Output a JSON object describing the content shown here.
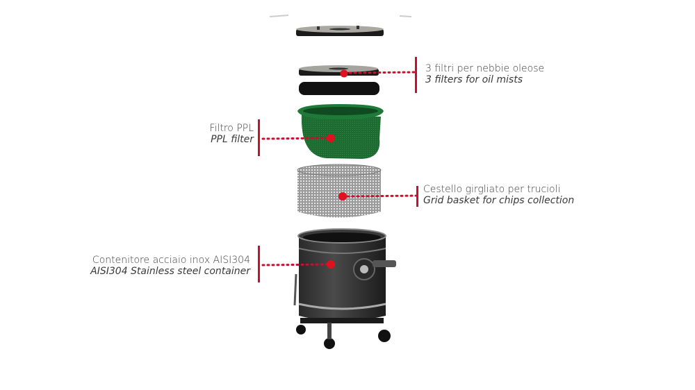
{
  "accent_color": "#c8102e",
  "components": [
    {
      "name": "oil-mist-filters",
      "label_it": "3 filtri per nebbie oleose",
      "label_en": "3 filters for oil mists"
    },
    {
      "name": "ppl-filter",
      "label_it": "Filtro PPL",
      "label_en": "PPL filter"
    },
    {
      "name": "grid-basket",
      "label_it": "Cestello girgliato per trucioli",
      "label_en": "Grid basket for chips collection"
    },
    {
      "name": "container",
      "label_it": "Contenitore acciaio inox AISI304",
      "label_en": "AISI304 Stainless steel container"
    }
  ]
}
